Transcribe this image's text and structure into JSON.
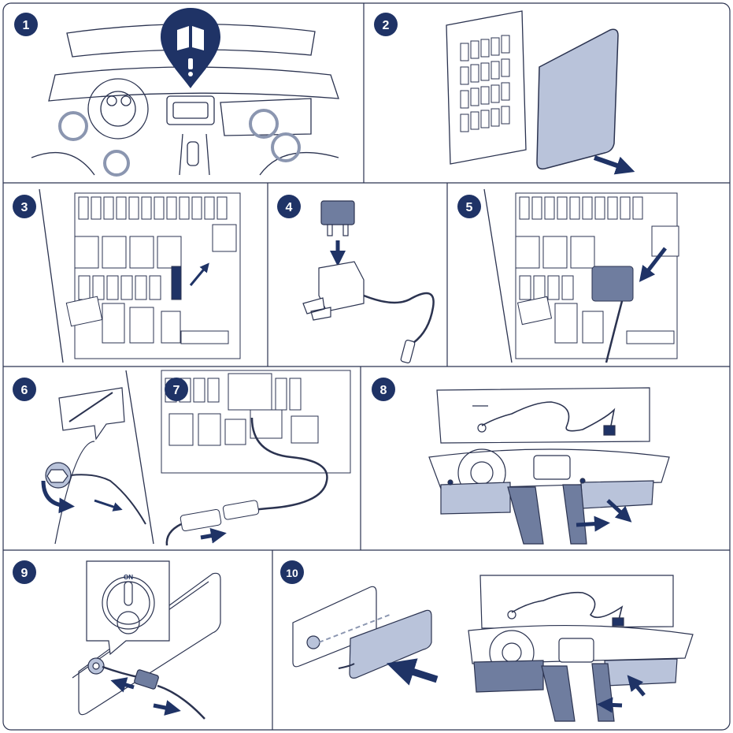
{
  "steps": [
    {
      "number": "1"
    },
    {
      "number": "2"
    },
    {
      "number": "3"
    },
    {
      "number": "4"
    },
    {
      "number": "5"
    },
    {
      "number": "6"
    },
    {
      "number": "7"
    },
    {
      "number": "8"
    },
    {
      "number": "9"
    },
    {
      "number": "10"
    }
  ],
  "step9": {
    "key_position_label": "ON"
  },
  "colors": {
    "navy": "#1f3366",
    "panel_fill": "#b9c3da",
    "dark_fill": "#6f7d9f",
    "highlight_circle": "#8b96b0",
    "line": "#2b3350"
  },
  "icons": {
    "manual_pin": "book-location-pin-icon",
    "direction_arrow": "arrow-icon",
    "rotate_arrow": "rotate-arrow-icon"
  }
}
